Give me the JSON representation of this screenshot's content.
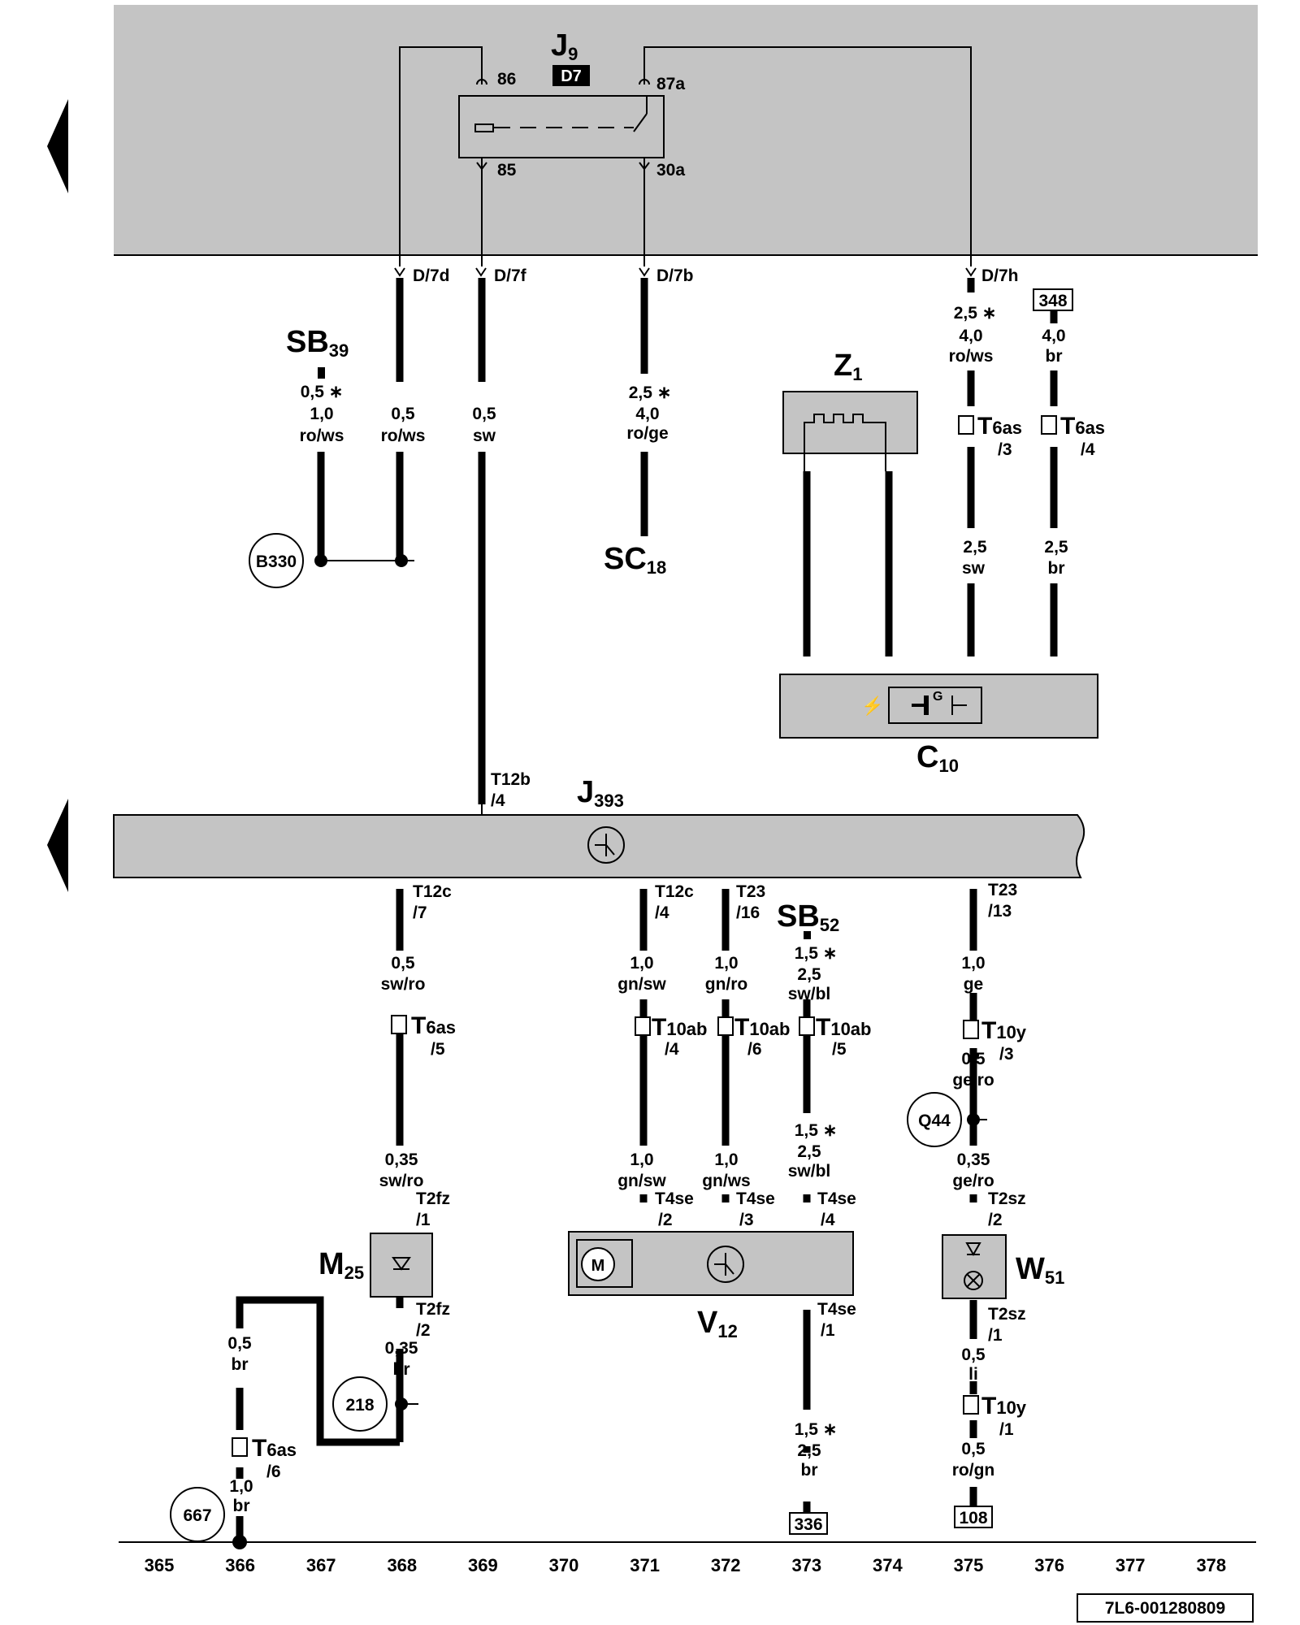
{
  "relay_J9": {
    "name": "J",
    "sub": "9",
    "badge": "D7",
    "pins": {
      "p86": "86",
      "p85": "85",
      "p87a": "87a",
      "p30a": "30a"
    }
  },
  "relay_wires": {
    "d7d": "D/7d",
    "d7f": "D/7f",
    "d7b": "D/7b",
    "d7h": "D/7h"
  },
  "SB39": {
    "name": "SB",
    "sub": "39",
    "w1": "0,5 ∗",
    "w2": "1,0",
    "color": "ro/ws"
  },
  "wire_d7d": {
    "size": "0,5",
    "color": "ro/ws"
  },
  "wire_d7f": {
    "size": "0,5",
    "color": "sw"
  },
  "wire_d7b": {
    "w1": "2,5 ∗",
    "w2": "4,0",
    "color": "ro/ge"
  },
  "SC18": {
    "name": "SC",
    "sub": "18"
  },
  "B330": "B330",
  "Z1": {
    "name": "Z",
    "sub": "1"
  },
  "wire_d7h": {
    "w1": "2,5 ∗",
    "w2": "4,0",
    "color": "ro/ws"
  },
  "ref348": "348",
  "wire_348": {
    "size": "4,0",
    "color": "br"
  },
  "T6as_3": {
    "name": "T",
    "sub": "6as",
    "pin": "/3"
  },
  "T6as_4": {
    "name": "T",
    "sub": "6as",
    "pin": "/4"
  },
  "wire_c10_a": {
    "size": "2,5",
    "color": "sw"
  },
  "wire_c10_b": {
    "size": "2,5",
    "color": "br"
  },
  "C10": {
    "name": "C",
    "sub": "10",
    "symbol": "G"
  },
  "J393": {
    "name": "J",
    "sub": "393"
  },
  "T12b": {
    "conn": "T12b",
    "pin": "/4"
  },
  "col368": {
    "conn": "T12c",
    "pin": "/7",
    "size": "0,5",
    "color": "sw/ro",
    "t_name": "T",
    "t_sub": "6as",
    "t_pin": "/5",
    "size2": "0,35",
    "color2": "sw/ro",
    "m_in": "T2fz",
    "m_in_pin": "/1",
    "m_out": "T2fz",
    "m_out_pin": "/2",
    "size3": "0,35",
    "color3": "br"
  },
  "M25": {
    "name": "M",
    "sub": "25"
  },
  "ref218": "218",
  "col366": {
    "size": "0,5",
    "color": "br",
    "t_name": "T",
    "t_sub": "6as",
    "t_pin": "/6",
    "size2": "1,0",
    "color2": "br"
  },
  "ref667": "667",
  "col371": {
    "conn": "T12c",
    "pin": "/4",
    "size": "1,0",
    "color": "gn/sw",
    "t_name": "T",
    "t_sub": "10ab",
    "t_pin": "/4",
    "size2": "1,0",
    "color2": "gn/sw",
    "v_conn": "T4se",
    "v_pin": "/2"
  },
  "col372": {
    "conn": "T23",
    "pin": "/16",
    "size": "1,0",
    "color": "gn/ro",
    "t_name": "T",
    "t_sub": "10ab",
    "t_pin": "/6",
    "size2": "1,0",
    "color2": "gn/ws",
    "v_conn": "T4se",
    "v_pin": "/3"
  },
  "SB52": {
    "name": "SB",
    "sub": "52",
    "w1": "1,5 ∗",
    "w2": "2,5",
    "color": "sw/bl"
  },
  "col373": {
    "t_name": "T",
    "t_sub": "10ab",
    "t_pin": "/5",
    "w1": "1,5 ∗",
    "w2": "2,5",
    "color": "sw/bl",
    "v_conn": "T4se",
    "v_pin": "/4",
    "o_conn": "T4se",
    "o_pin": "/1",
    "w1b": "1,5 ∗",
    "w2b": "2,5",
    "colorb": "br"
  },
  "V12": {
    "name": "V",
    "sub": "12",
    "motor": "M"
  },
  "ref336": "336",
  "col375": {
    "conn": "T23",
    "pin": "/13",
    "size": "1,0",
    "color": "ge",
    "t_name": "T",
    "t_sub": "10y",
    "t_pin": "/3",
    "size2": "0,5",
    "color2": "ge/ro",
    "size3": "0,35",
    "color3": "ge/ro",
    "w_in": "T2sz",
    "w_in_pin": "/2",
    "w_out": "T2sz",
    "w_out_pin": "/1",
    "size4": "0,5",
    "color4": "li",
    "t2_name": "T",
    "t2_sub": "10y",
    "t2_pin": "/1",
    "size5": "0,5",
    "color5": "ro/gn"
  },
  "refQ44": "Q44",
  "W51": {
    "name": "W",
    "sub": "51"
  },
  "ref108": "108",
  "axis": [
    "365",
    "366",
    "367",
    "368",
    "369",
    "370",
    "371",
    "372",
    "373",
    "374",
    "375",
    "376",
    "377",
    "378"
  ],
  "doc_id": "7L6-001280809",
  "colors": {
    "panel": "#c4c4c4",
    "line": "#000000"
  }
}
